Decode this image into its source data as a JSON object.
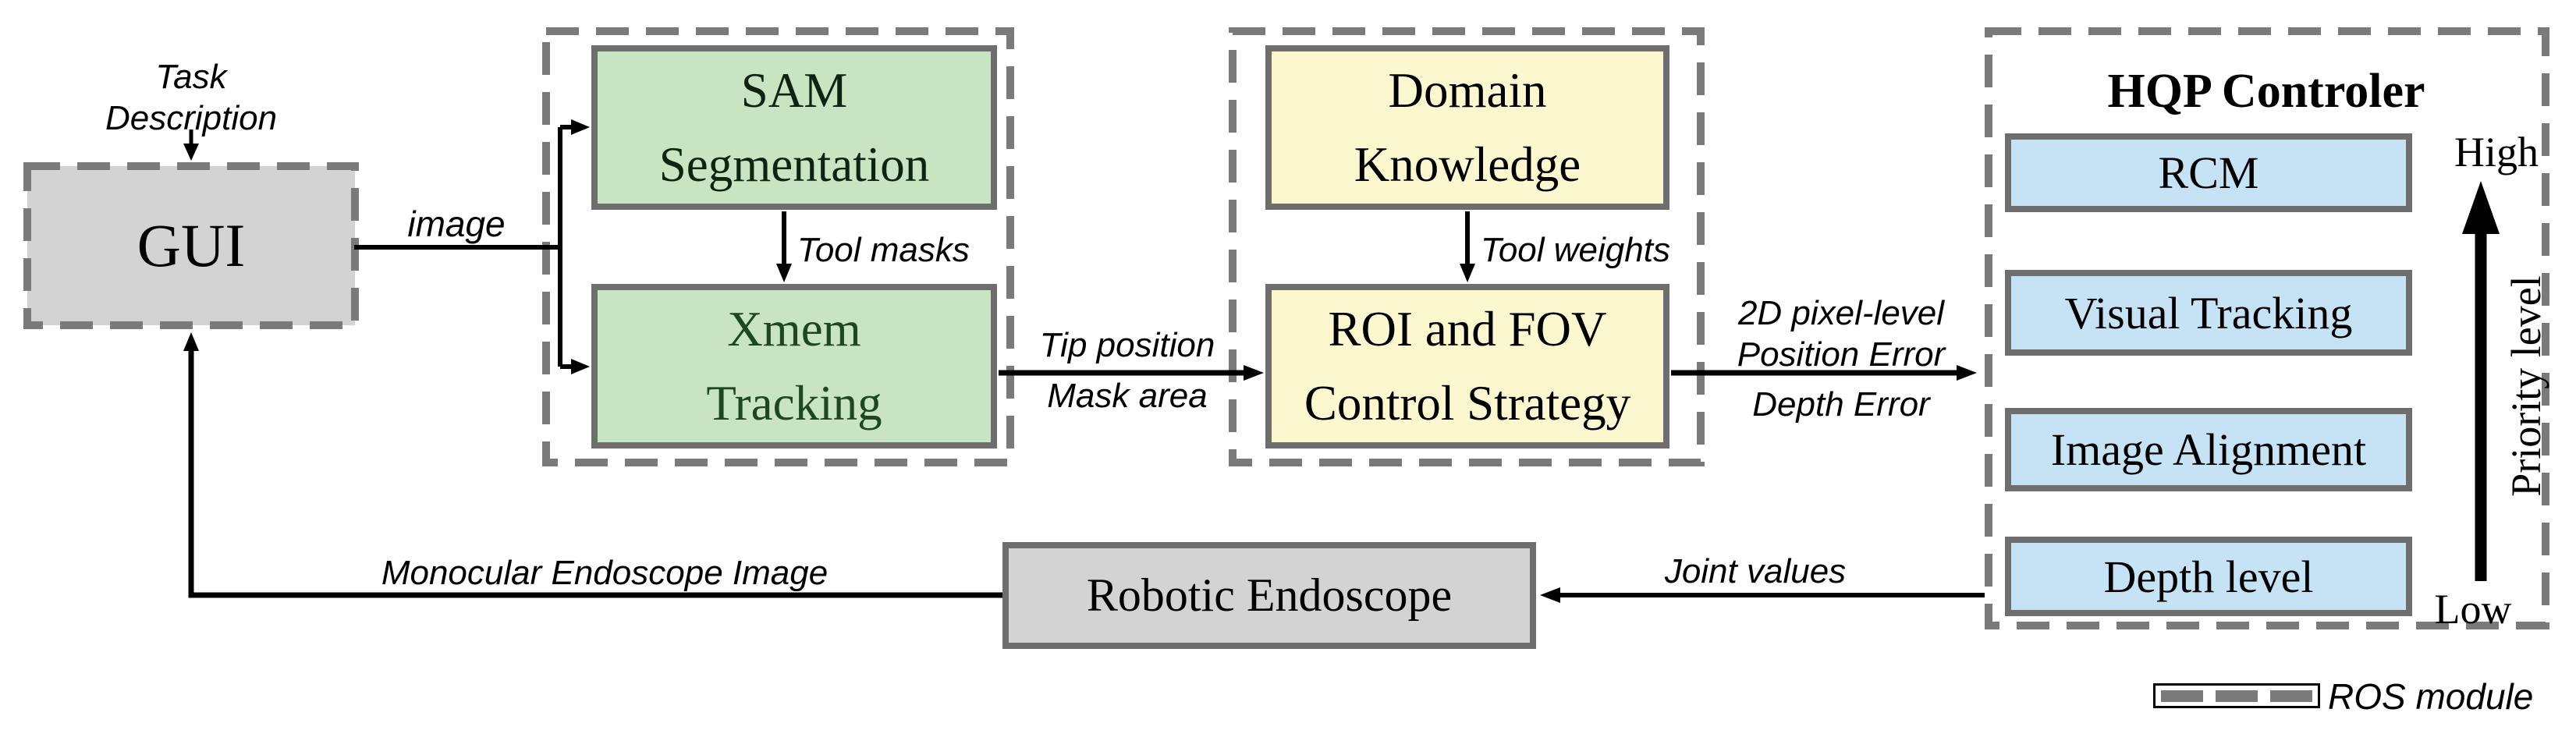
{
  "diagram": {
    "nodes": {
      "gui": "GUI",
      "sam_segmentation": "SAM\nSegmentation",
      "xmem_tracking": "Xmem\nTracking",
      "domain_knowledge": "Domain\nKnowledge",
      "roi_fov_control": "ROI and FOV\nControl Strategy",
      "robotic_endoscope": "Robotic Endoscope"
    },
    "hqp": {
      "title": "HQP Controler",
      "tasks": [
        "RCM",
        "Visual Tracking",
        "Image Alignment",
        "Depth level"
      ],
      "priority": {
        "high": "High",
        "low": "Low",
        "axis_label": "Priority level"
      }
    },
    "edge_labels": {
      "task_description": "Task\nDescription",
      "image": "image",
      "tool_masks": "Tool masks",
      "tool_weights": "Tool weights",
      "tip_position": "Tip position",
      "mask_area": "Mask area",
      "error_line1": "2D pixel-level",
      "error_line2": "Position Error",
      "error_line3": "Depth Error",
      "monocular_endoscope_image": "Monocular Endoscope Image",
      "joint_values": "Joint values"
    },
    "legend": {
      "ros_module": "ROS module"
    },
    "colors": {
      "module_green": "#c8e4c2",
      "module_yellow": "#fbf8cf",
      "module_blue": "#c6e2f5",
      "module_gray": "#d3d3d3",
      "box_border": "#6e6e6e",
      "dash_border": "#7a7a7a"
    }
  }
}
